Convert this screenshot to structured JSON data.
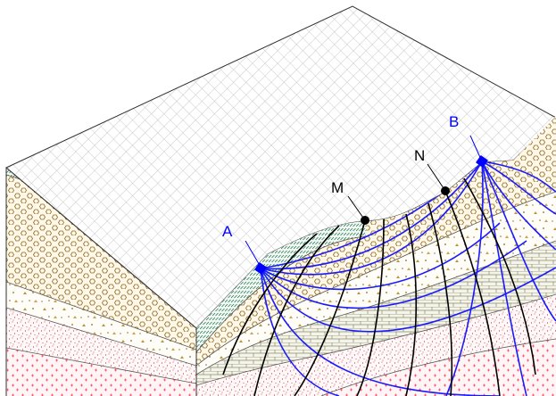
{
  "labels": {
    "electrode_a": "A",
    "electrode_b": "B",
    "electrode_m": "M",
    "electrode_n": "N"
  },
  "colors": {
    "current_lines": "#1a1aff",
    "equipotential_lines": "#000000",
    "electrode_current": "#0000ff",
    "electrode_potential": "#000000",
    "outline": "#333333"
  },
  "layers": [
    {
      "name": "surface-grid",
      "color": "#bbbbbb"
    },
    {
      "name": "green-soil",
      "color": "#2e7d5a"
    },
    {
      "name": "gravel",
      "color": "#8a6a2c"
    },
    {
      "name": "sandy-clay",
      "color": "#b8963c"
    },
    {
      "name": "brick-limestone",
      "color": "#8c8c6a"
    },
    {
      "name": "red-sand",
      "color": "#c03040"
    },
    {
      "name": "crystalline",
      "color": "#ff4455"
    }
  ]
}
